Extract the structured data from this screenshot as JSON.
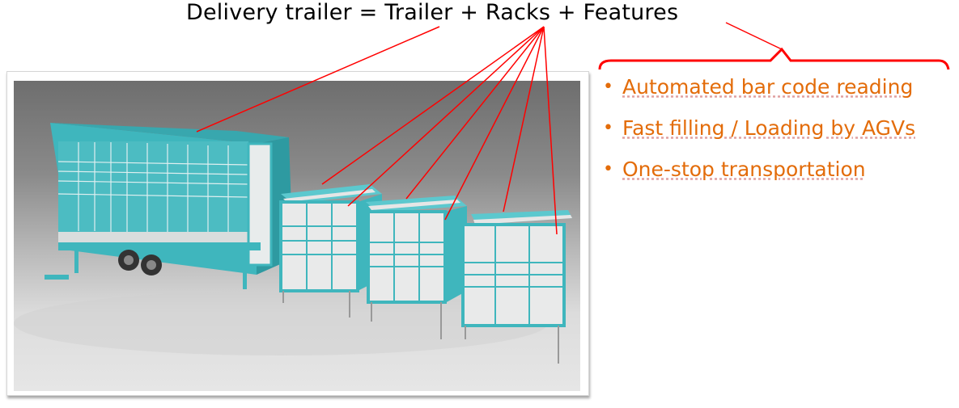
{
  "title": "Delivery trailer = Trailer + Racks + Features",
  "features": {
    "items": [
      {
        "label": "Automated bar code reading"
      },
      {
        "label": "Fast filling / Loading by AGVs"
      },
      {
        "label": "One-stop transportation"
      }
    ],
    "bullet_glyph": "•"
  },
  "image": {
    "description": "3D render of teal delivery trailer with three separate racks",
    "rack_count": 3
  },
  "colors": {
    "connector_line": "#ff0000",
    "feature_text": "#e36c0a",
    "teal": "#3fb6bd"
  }
}
